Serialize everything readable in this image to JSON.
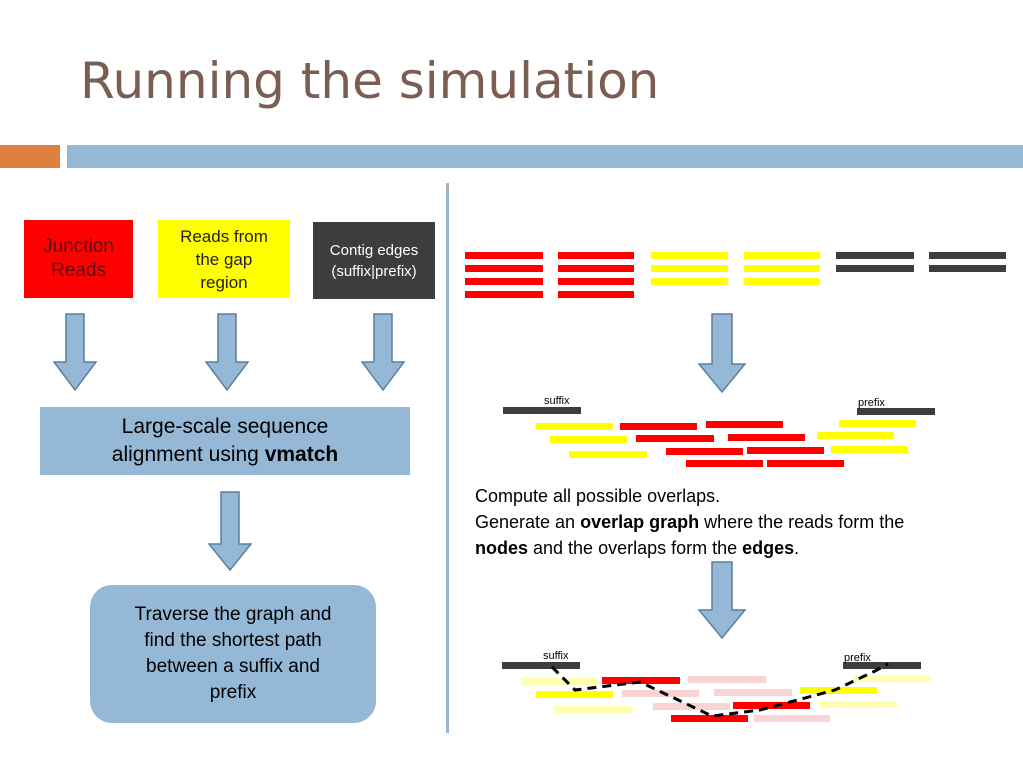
{
  "slide": {
    "title": "Running the simulation"
  },
  "left": {
    "junction_reads": "Junction Reads",
    "gap_reads": "Reads from the gap region",
    "contig_edges": "Contig edges (suffix|prefix)",
    "alignment_prefix": "Large-scale sequence alignment using ",
    "alignment_tool": "vmatch",
    "traverse": "Traverse the graph and find the shortest path between a suffix and prefix"
  },
  "right": {
    "suffix_label": "suffix",
    "prefix_label": "prefix",
    "compute_text": "Compute all possible overlaps.",
    "generate_prefix": "Generate an ",
    "overlap_graph": "overlap graph",
    "generate_middle": " where the reads form the ",
    "nodes": "nodes",
    "and_overlaps": " and the overlaps form the ",
    "edges": "edges",
    "period": "."
  },
  "colors": {
    "junction": "#ff0000",
    "gap": "#ffff00",
    "contig": "#3d3d3d",
    "accent_blue": "#94b8d6",
    "accent_orange": "#e0803e",
    "title": "#7a5e52",
    "faded_red": "#f9d4d4",
    "faded_yellow": "#ffffb0"
  }
}
